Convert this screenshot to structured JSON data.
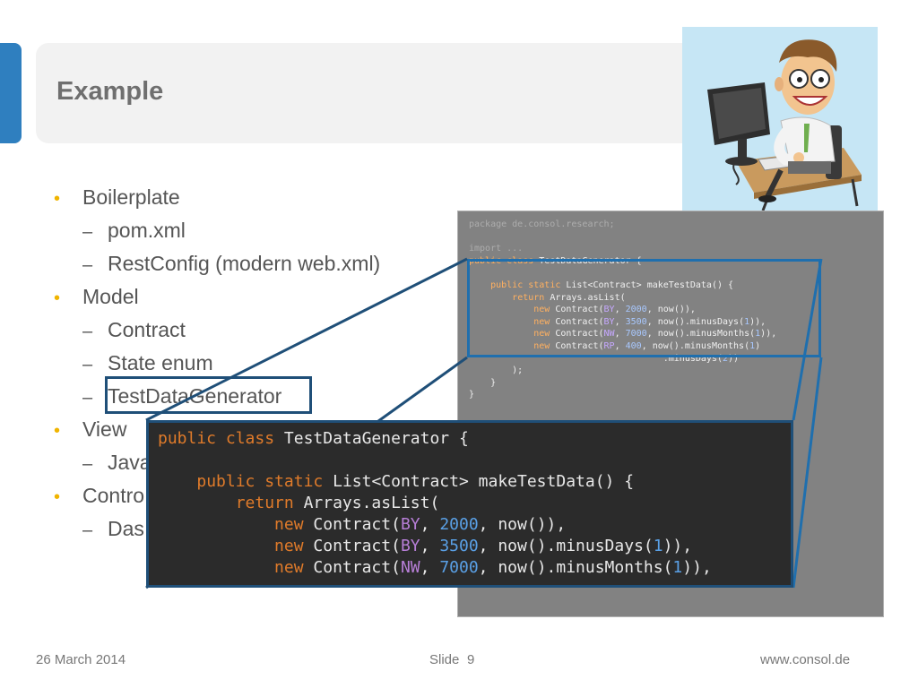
{
  "slide": {
    "title": "Example",
    "footer": {
      "date": "26 March 2014",
      "slide_label": "Slide",
      "slide_number": "9",
      "url": "www.consol.de"
    }
  },
  "bullets": [
    {
      "level": 1,
      "mark": "•",
      "text": "Boilerplate"
    },
    {
      "level": 2,
      "mark": "–",
      "text": "pom.xml"
    },
    {
      "level": 2,
      "mark": "–",
      "text": "RestConfig (modern web.xml)"
    },
    {
      "level": 1,
      "mark": "•",
      "text": "Model"
    },
    {
      "level": 2,
      "mark": "–",
      "text": "Contract"
    },
    {
      "level": 2,
      "mark": "–",
      "text": "State enum"
    },
    {
      "level": 2,
      "mark": "–",
      "text": "TestDataGenerator"
    },
    {
      "level": 1,
      "mark": "•",
      "text": "View"
    },
    {
      "level": 2,
      "mark": "–",
      "text": "Java"
    },
    {
      "level": 1,
      "mark": "•",
      "text": "Contro"
    },
    {
      "level": 2,
      "mark": "–",
      "text": "Das"
    }
  ],
  "code_zoom": {
    "lines": [
      "public class TestDataGenerator {",
      "",
      "    public static List<Contract> makeTestData() {",
      "        return Arrays.asList(",
      "            new Contract(BY, 2000, now()),",
      "            new Contract(BY, 3500, now().minusDays(1)),",
      "            new Contract(NW, 7000, now().minusMonths(1)),"
    ]
  },
  "code_thumb": {
    "package_line": "package de.consol.research;",
    "import_line": "import ...",
    "lines": [
      "public class TestDataGenerator {",
      "",
      "    public static List<Contract> makeTestData() {",
      "        return Arrays.asList(",
      "            new Contract(BY, 2000, now()),",
      "            new Contract(BY, 3500, now().minusDays(1)),",
      "            new Contract(NW, 7000, now().minusMonths(1)),",
      "            new Contract(RP, 400, now().minusMonths(1)",
      "                                    .minusDays(2))",
      "        );",
      "    }",
      "}"
    ]
  },
  "colors": {
    "accent": "#2f7fbf",
    "bullet": "#f0b400",
    "frame": "#1f4f78"
  }
}
